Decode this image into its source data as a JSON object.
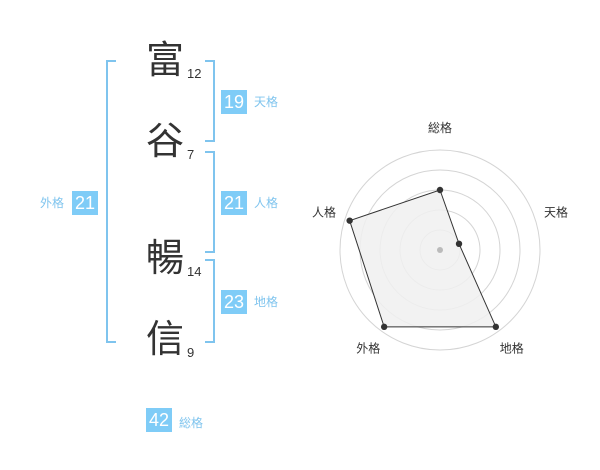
{
  "name_chars": [
    {
      "char": "富",
      "strokes": "12"
    },
    {
      "char": "谷",
      "strokes": "7"
    },
    {
      "char": "暢",
      "strokes": "14"
    },
    {
      "char": "信",
      "strokes": "9"
    }
  ],
  "scores": {
    "tenkaku": {
      "value": "19",
      "label": "天格"
    },
    "jinkaku": {
      "value": "21",
      "label": "人格"
    },
    "chikaku": {
      "value": "23",
      "label": "地格"
    },
    "gaikaku": {
      "value": "21",
      "label": "外格"
    },
    "soukaku": {
      "value": "42",
      "label": "総格"
    }
  },
  "colors": {
    "accent": "#7fccf7",
    "bracket": "#7fc4ee",
    "text": "#333333"
  },
  "chart_data": {
    "type": "radar",
    "axes": [
      "総格",
      "天格",
      "地格",
      "外格",
      "人格"
    ],
    "values": [
      0.6,
      0.2,
      0.95,
      0.95,
      0.95
    ],
    "rings": 5,
    "fill_color": "#f0f0f0",
    "line_color": "#333333"
  }
}
